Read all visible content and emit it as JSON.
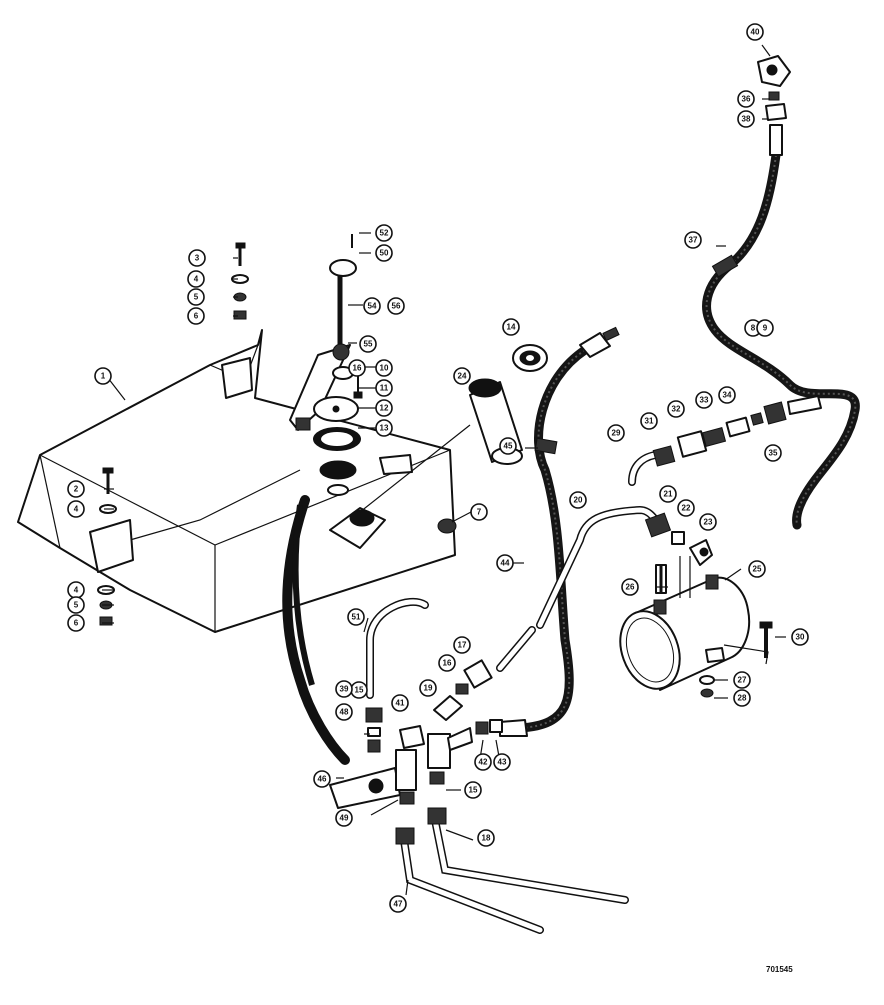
{
  "figure_code": "701545",
  "callouts": [
    {
      "id": "c1",
      "label": "1"
    },
    {
      "id": "c2",
      "label": "2"
    },
    {
      "id": "c3",
      "label": "3"
    },
    {
      "id": "c4a",
      "label": "4"
    },
    {
      "id": "c4b",
      "label": "4"
    },
    {
      "id": "c4c",
      "label": "4"
    },
    {
      "id": "c5a",
      "label": "5"
    },
    {
      "id": "c5b",
      "label": "5"
    },
    {
      "id": "c6a",
      "label": "6"
    },
    {
      "id": "c6b",
      "label": "6"
    },
    {
      "id": "c7",
      "label": "7"
    },
    {
      "id": "c8",
      "label": "8"
    },
    {
      "id": "c9",
      "label": "9"
    },
    {
      "id": "c10",
      "label": "10"
    },
    {
      "id": "c11",
      "label": "11"
    },
    {
      "id": "c12",
      "label": "12"
    },
    {
      "id": "c13",
      "label": "13"
    },
    {
      "id": "c14",
      "label": "14"
    },
    {
      "id": "c15a",
      "label": "15"
    },
    {
      "id": "c15b",
      "label": "15"
    },
    {
      "id": "c16a",
      "label": "16"
    },
    {
      "id": "c16b",
      "label": "16"
    },
    {
      "id": "c17",
      "label": "17"
    },
    {
      "id": "c18",
      "label": "18"
    },
    {
      "id": "c19",
      "label": "19"
    },
    {
      "id": "c20",
      "label": "20"
    },
    {
      "id": "c21",
      "label": "21"
    },
    {
      "id": "c22",
      "label": "22"
    },
    {
      "id": "c23",
      "label": "23"
    },
    {
      "id": "c24",
      "label": "24"
    },
    {
      "id": "c25",
      "label": "25"
    },
    {
      "id": "c26",
      "label": "26"
    },
    {
      "id": "c27",
      "label": "27"
    },
    {
      "id": "c28",
      "label": "28"
    },
    {
      "id": "c29",
      "label": "29"
    },
    {
      "id": "c30",
      "label": "30"
    },
    {
      "id": "c31",
      "label": "31"
    },
    {
      "id": "c32",
      "label": "32"
    },
    {
      "id": "c33",
      "label": "33"
    },
    {
      "id": "c34",
      "label": "34"
    },
    {
      "id": "c35",
      "label": "35"
    },
    {
      "id": "c36",
      "label": "36"
    },
    {
      "id": "c37",
      "label": "37"
    },
    {
      "id": "c38",
      "label": "38"
    },
    {
      "id": "c39",
      "label": "39"
    },
    {
      "id": "c40",
      "label": "40"
    },
    {
      "id": "c41",
      "label": "41"
    },
    {
      "id": "c42",
      "label": "42"
    },
    {
      "id": "c43",
      "label": "43"
    },
    {
      "id": "c44",
      "label": "44"
    },
    {
      "id": "c45",
      "label": "45"
    },
    {
      "id": "c46",
      "label": "46"
    },
    {
      "id": "c47",
      "label": "47"
    },
    {
      "id": "c48",
      "label": "48"
    },
    {
      "id": "c49",
      "label": "49"
    },
    {
      "id": "c50",
      "label": "50"
    },
    {
      "id": "c51",
      "label": "51"
    },
    {
      "id": "c52",
      "label": "52"
    },
    {
      "id": "c54",
      "label": "54"
    },
    {
      "id": "c55",
      "label": "55"
    },
    {
      "id": "c56",
      "label": "56"
    }
  ]
}
